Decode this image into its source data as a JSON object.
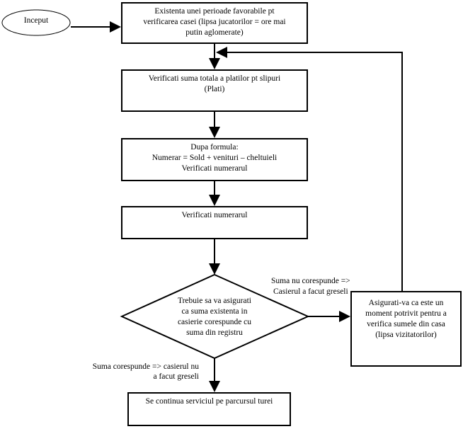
{
  "start": {
    "label": "Inceput"
  },
  "steps": [
    {
      "id": "favorable-period",
      "lines": [
        "Existenta unei perioade favorabile pt",
        "verificarea casei (lipsa jucatorilor = ore mai",
        "putin aglomerate)"
      ]
    },
    {
      "id": "check-payments",
      "lines": [
        "Verificati suma totala a platilor pt slipuri",
        "(Plati)"
      ]
    },
    {
      "id": "formula",
      "lines": [
        "Dupa formula:",
        "Numerar = Sold + venituri – cheltuieli",
        "Verificati numerarul"
      ]
    },
    {
      "id": "check-cash",
      "lines": [
        "Verificati numerarul"
      ]
    }
  ],
  "decision": {
    "lines": [
      "Trebuie sa va asigurati",
      "ca suma existenta in",
      "casierie corespunde cu",
      "suma din registru"
    ]
  },
  "no_branch": {
    "lines": [
      "Suma nu corespunde =>",
      "Casierul a facut greseli"
    ]
  },
  "yes_branch": {
    "lines": [
      "Suma corespunde => casierul nu",
      "a facut greseli"
    ]
  },
  "retry_box": {
    "lines": [
      "Asigurati-va ca este un",
      "moment potrivit pentru a",
      "verifica sumele din casa",
      "(lipsa vizitatorilor)"
    ]
  },
  "end_box": {
    "lines": [
      "Se continua serviciul pe parcursul turei"
    ]
  }
}
